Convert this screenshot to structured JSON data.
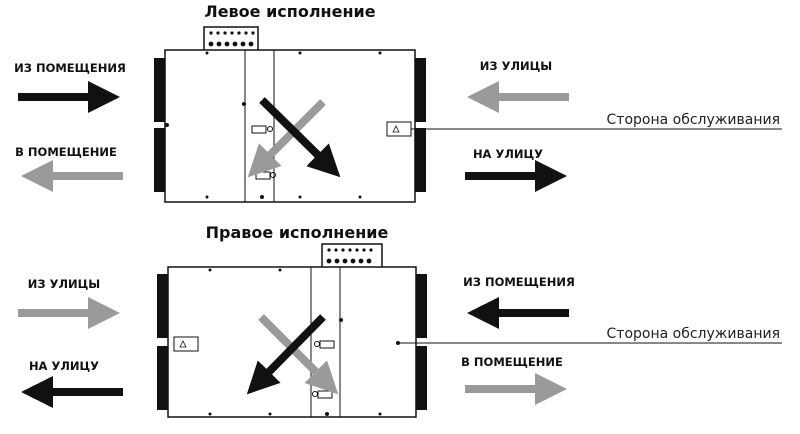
{
  "top": {
    "title": "Левое исполнение",
    "left_upper_label": "ИЗ ПОМЕЩЕНИЯ",
    "left_lower_label": "В ПОМЕЩЕНИЕ",
    "right_upper_label": "ИЗ УЛИЦЫ",
    "right_lower_label": "НА УЛИЦУ",
    "service_label": "Сторона обслуживания"
  },
  "bottom": {
    "title": "Правое исполнение",
    "left_upper_label": "ИЗ УЛИЦЫ",
    "left_lower_label": "НА УЛИЦУ",
    "right_upper_label": "ИЗ ПОМЕЩЕНИЯ",
    "right_lower_label": "В ПОМЕЩЕНИЕ",
    "service_label": "Сторона обслуживания"
  },
  "colors": {
    "dark_arrow": "#111111",
    "light_arrow": "#9a9a9a",
    "line": "#111111"
  }
}
